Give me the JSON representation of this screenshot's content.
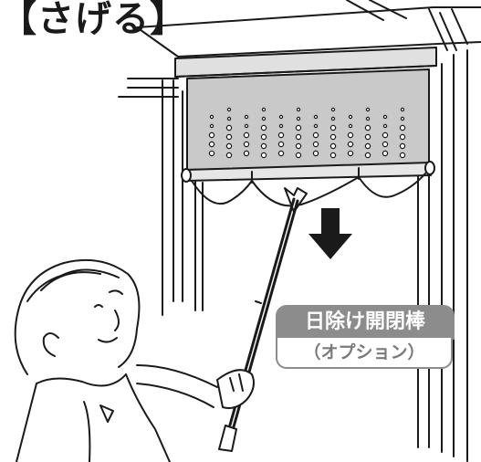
{
  "title": "【さげる】",
  "callout": {
    "name": "日除け開閉棒",
    "note": "（オプション）"
  },
  "colors": {
    "line": "#1a1a1a",
    "shade": "#c9c9c9",
    "label_gray": "#8c8c8c",
    "arrow": "#1a1a1a"
  },
  "icons": [
    "down-arrow-icon"
  ]
}
